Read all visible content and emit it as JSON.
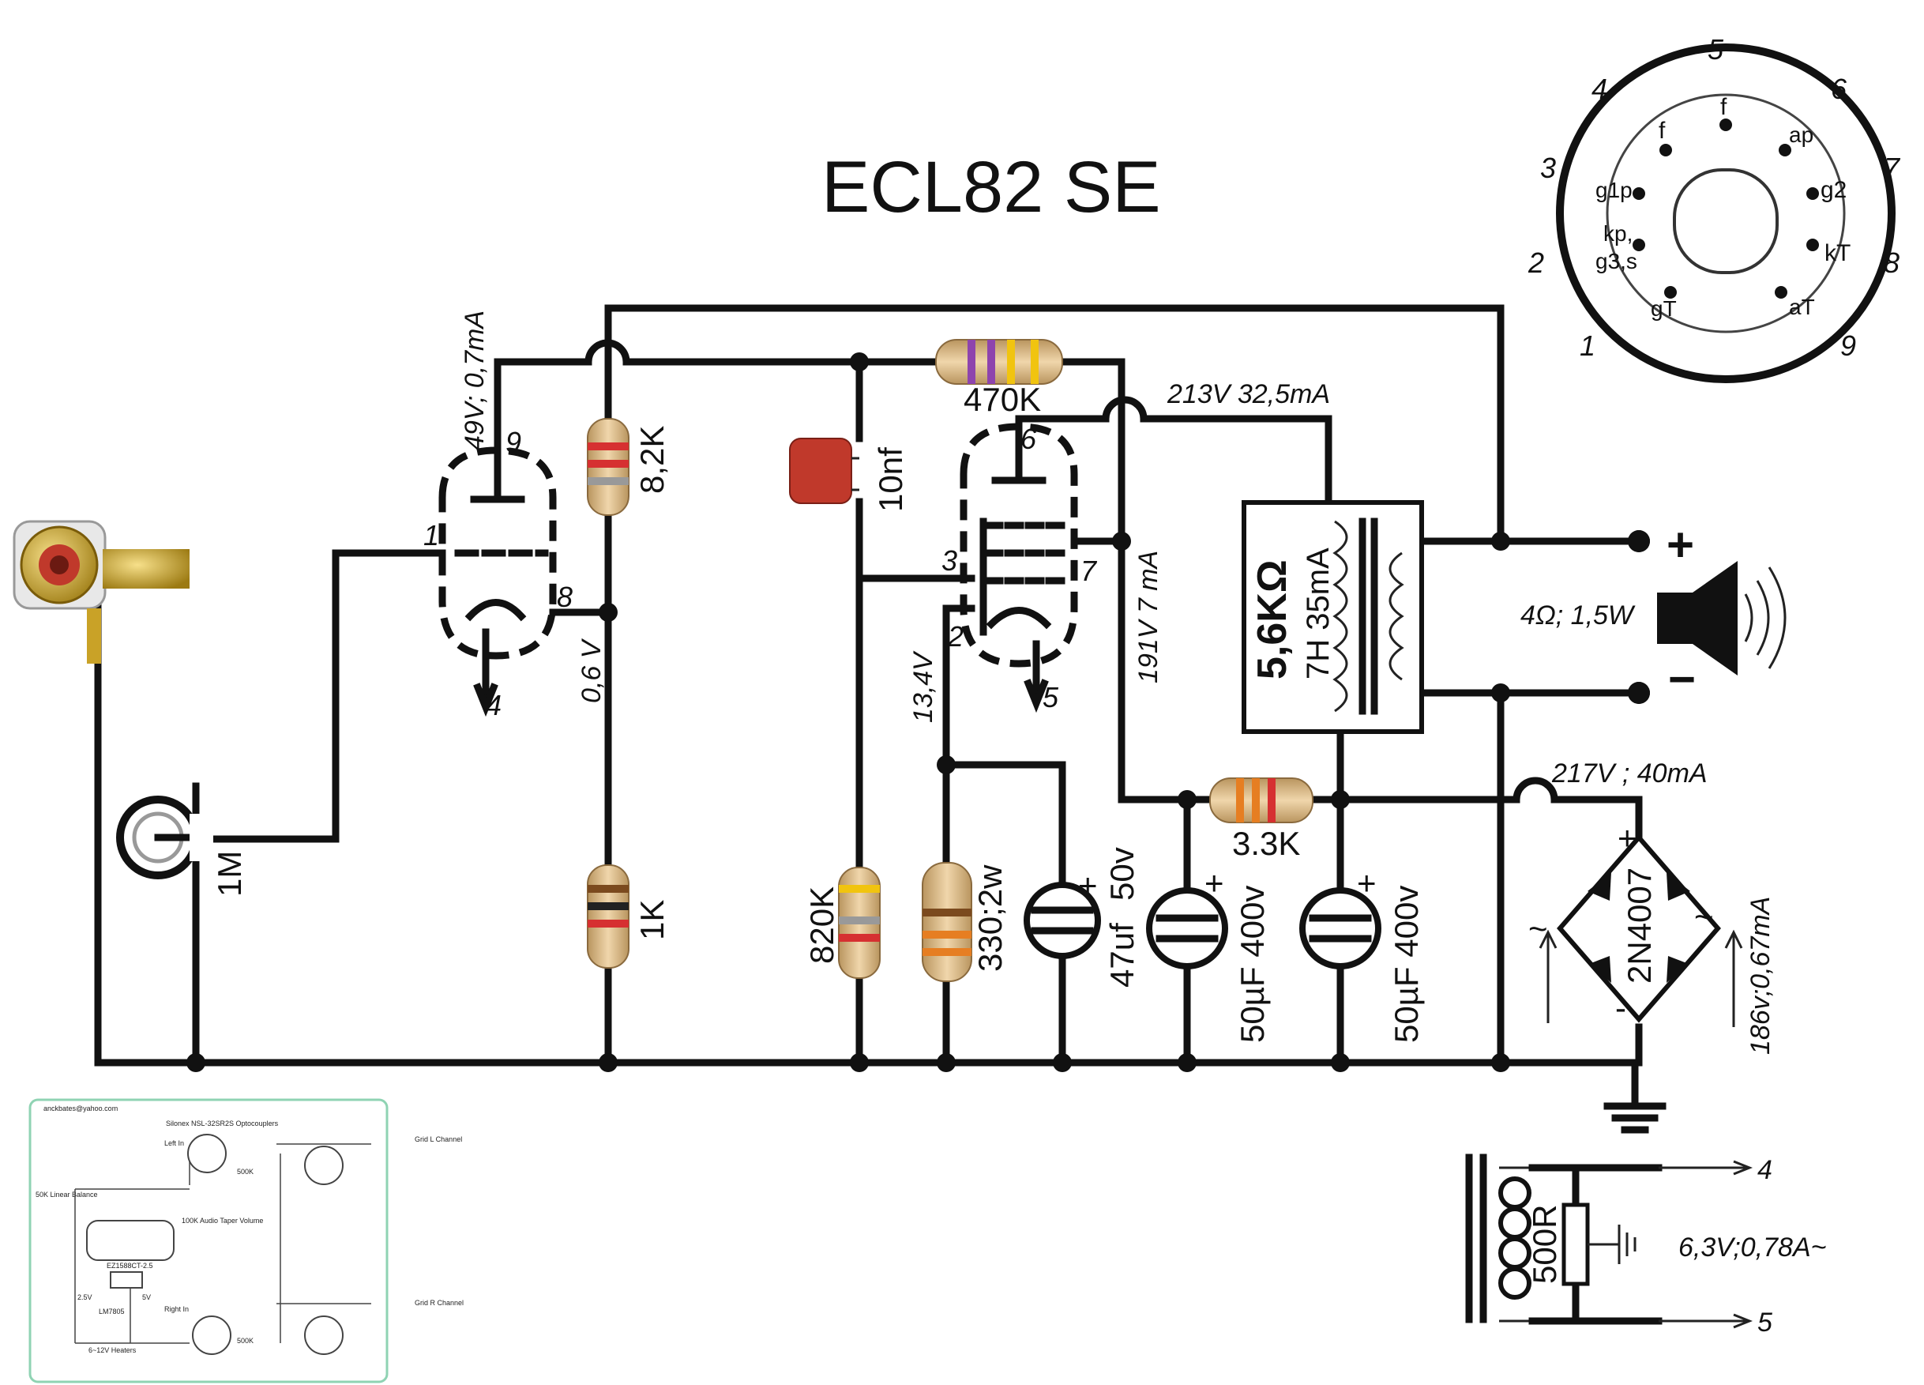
{
  "title": "ECL82   SE",
  "labels": {
    "r_82k": "8,2K",
    "r_470k": "470K",
    "cap_10nf": "10nf",
    "r_1k": "1K",
    "r_820k": "820K",
    "r_330": "330;2w",
    "r_33k": "3.3K",
    "pot_1m": "1M",
    "cap_47uf": "47uf",
    "cap_47_v": "50v",
    "cap_50uf_a": "50µF 400v",
    "cap_50uf_b": "50µF 400v",
    "xfmr_z": "5,6KΩ",
    "xfmr_l": "7H 35mA",
    "speaker": "4Ω; 1,5W",
    "plus": "+",
    "minus": "−",
    "bridge": "2N4007",
    "v_triode": "49V; 0,7mA",
    "v_cathode": "0,6 V",
    "v_pent_k": "13,4V",
    "v_g2": "191V 7 mA",
    "v_anode": "213V 32,5mA",
    "v_supply": "217V ; 40mA",
    "v_ac": "186v;0,67mA",
    "heater_r": "500R",
    "heater_v": "6,3V;0,78A~",
    "heater_4": "4",
    "heater_5": "5",
    "tilde": "~",
    "bplus": "+",
    "bminus": "-"
  },
  "pins": {
    "t9": "9",
    "t1": "1",
    "t8": "8",
    "t4": "4",
    "p6": "6",
    "p3": "3",
    "p7": "7",
    "p2": "2",
    "p5": "5"
  },
  "pinout": {
    "numbers": [
      "1",
      "2",
      "3",
      "4",
      "5",
      "6",
      "7",
      "8",
      "9"
    ],
    "f_left": "f",
    "f_top": "f",
    "ap": "ap",
    "g1p": "g1p",
    "g2": "g2",
    "kp": "kp,",
    "g3s": "g3,s",
    "kT": "kT",
    "gT": "gT",
    "aT": "aT"
  },
  "inset": {
    "email": "anckbates@yahoo.com",
    "opto": "Silonex NSL-32SR2S Optocouplers",
    "left_in": "Left In",
    "right_in": "Right In",
    "r500k_a": "500K",
    "r500k_b": "500K",
    "grid_l": "Grid L Channel",
    "grid_r": "Grid R Channel",
    "balance": "50K Linear Balance",
    "volume": "100K Audio Taper Volume",
    "ez": "EZ1588CT-2.5",
    "v25": "2.5V",
    "v5": "5V",
    "lm": "LM7805",
    "heaters": "6~12V Heaters"
  },
  "colors": {
    "resistor_body": "#d9b98a",
    "cap_film": "#c0392b",
    "rca_gold": "#c9a227",
    "rca_red": "#c0392b",
    "inset_border": "#8fd3b3"
  }
}
